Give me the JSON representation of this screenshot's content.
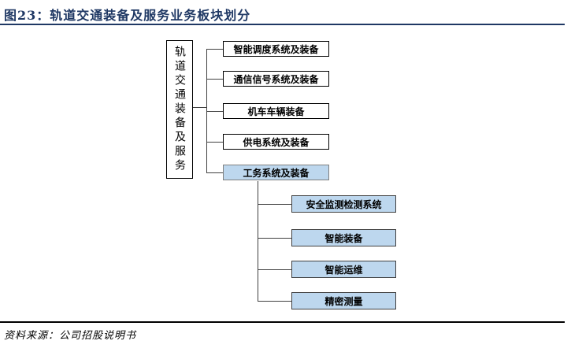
{
  "header": {
    "title": "图23：轨道交通装备及服务业务板块划分"
  },
  "footer": {
    "source": "资料来源：公司招股说明书"
  },
  "colors": {
    "title_navy": "#1F3864",
    "highlight_blue": "#BDD7EE",
    "box_white": "#FFFFFF",
    "border_black": "#000000",
    "connector_gray": "#404040"
  },
  "diagram": {
    "root": {
      "label": "轨道交通装备及服务"
    },
    "level2": [
      {
        "label": "智能调度系统及装备",
        "highlighted": false
      },
      {
        "label": "通信信号系统及装备",
        "highlighted": false
      },
      {
        "label": "机车车辆装备",
        "highlighted": false
      },
      {
        "label": "供电系统及装备",
        "highlighted": false
      },
      {
        "label": "工务系统及装备",
        "highlighted": true
      }
    ],
    "level3_parent": "工务系统及装备",
    "level3": [
      {
        "label": "安全监测检测系统"
      },
      {
        "label": "智能装备"
      },
      {
        "label": "智能运维"
      },
      {
        "label": "精密测量"
      }
    ]
  }
}
